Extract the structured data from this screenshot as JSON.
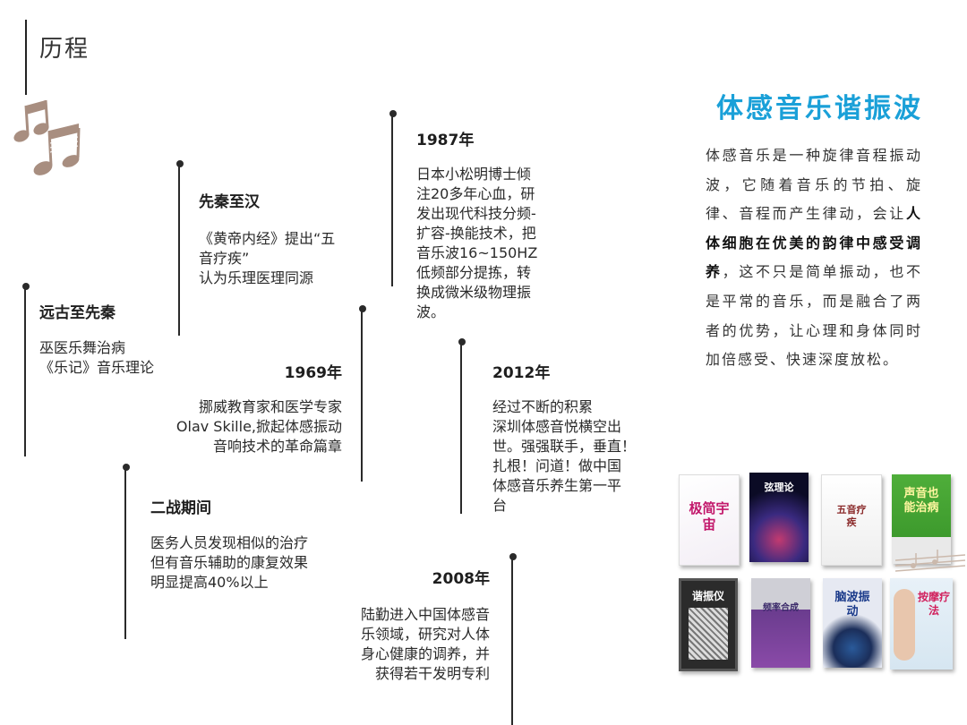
{
  "page": {
    "title": "历程"
  },
  "timeline": [
    {
      "year": "远古至先秦",
      "lines": [
        "巫医乐舞治病",
        "《乐记》音乐理论"
      ]
    },
    {
      "year": "先秦至汉",
      "lines": [
        "《黄帝内经》提出“五",
        "音疗疾”",
        "认为乐理医理同源"
      ]
    },
    {
      "year": "二战期间",
      "lines": [
        "医务人员发现相似的治疗",
        "但有音乐辅助的康复效果",
        "明显提高40%以上"
      ]
    },
    {
      "year": "1969年",
      "lines": [
        "挪威教育家和医学专家",
        "Olav Skille,掀起体感振动",
        "音响技术的革命篇章"
      ]
    },
    {
      "year": "1987年",
      "lines": [
        "日本小松明博士倾",
        "注20多年心血，研",
        "发出现代科技分频-",
        "扩容-换能技术，把",
        "音乐波16~150HZ",
        "低频部分提拣，转",
        "换成微米级物理振",
        "波。"
      ]
    },
    {
      "year": "2012年",
      "lines": [
        "经过不断的积累",
        "深圳体感音悦横空出",
        "世。强强联手，垂直！",
        "扎根！问道！做中国",
        "体感音乐养生第一平",
        "台"
      ]
    },
    {
      "year": "2008年",
      "lines": [
        "陆勤进入中国体感音",
        "乐领域，研究对人体",
        "身心健康的调养，并",
        "获得若干发明专利"
      ]
    }
  ],
  "sidebar": {
    "title": "体感音乐谐振波",
    "body_part1": "体感音乐是一种旋律音程振动波，它随着音乐的节拍、旋律、音程而产生律动，会让",
    "body_bold": "人体细胞在优美的韵律中感受调养",
    "body_part2": "，这不只是简单振动，也不是平常的音乐，而是融合了两者的优势，让心理和身体同时加倍感受、快速深度放松。"
  },
  "books": [
    {
      "title": "极简宇宙"
    },
    {
      "title": "弦理论"
    },
    {
      "title": "五音疗疾"
    },
    {
      "title": "声音也能治病"
    },
    {
      "title": "谐振仪"
    },
    {
      "title": "频率合成"
    },
    {
      "title": "脑波振动"
    },
    {
      "title": "按摩疗法"
    }
  ],
  "colors": {
    "accent": "#1aa0d8",
    "text": "#2a2a2a",
    "decor": "#a88e80"
  },
  "icons": {
    "decoration": "music-note-icon"
  }
}
